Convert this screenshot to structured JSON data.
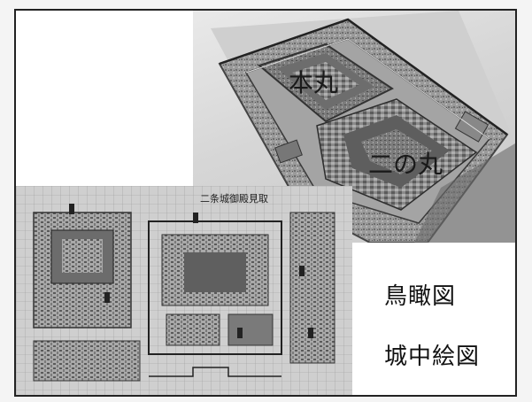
{
  "birdseye_image": {
    "labels": {
      "honmaru": "本丸",
      "ninomaru": "二の丸"
    }
  },
  "plan_image": {
    "title": "二条城御殿見取"
  },
  "captions": {
    "birdseye": "鳥瞰図",
    "castle_map": "城中絵図"
  }
}
